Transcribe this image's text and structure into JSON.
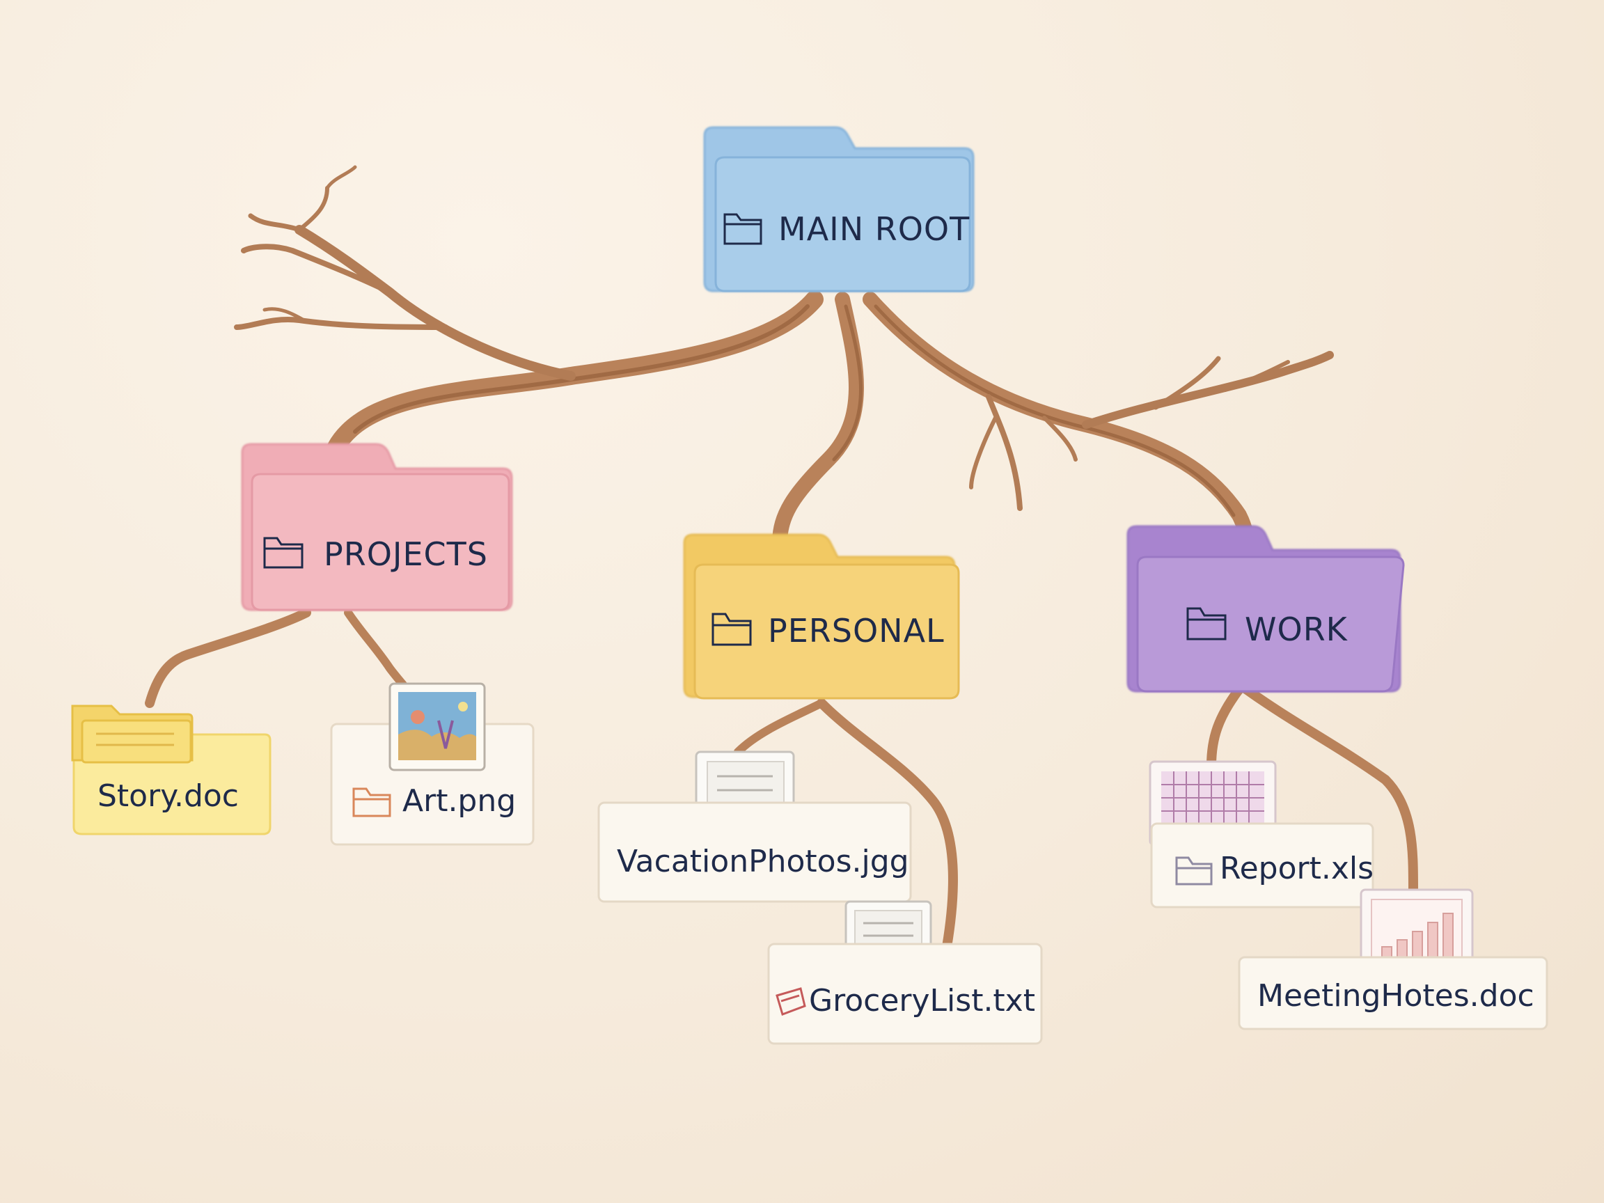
{
  "tree": {
    "root": {
      "label": "MAIN ROOT",
      "color": "#a9cdea",
      "icon": "folder-icon"
    },
    "folders": [
      {
        "key": "projects",
        "label": "PROJECTS",
        "color": "#f3b9c0",
        "icon": "folder-icon"
      },
      {
        "key": "personal",
        "label": "PERSONAL",
        "color": "#f6d37a",
        "icon": "folder-icon"
      },
      {
        "key": "work",
        "label": "WORK",
        "color": "#b99ad8",
        "icon": "folder-icon"
      }
    ],
    "files": [
      {
        "label": "Story.doc",
        "parent": "PROJECTS",
        "icon": "yellow-folder-icon"
      },
      {
        "label": "Art.png",
        "parent": "PROJECTS",
        "icon": "painting-thumbnail-icon"
      },
      {
        "label": "VacationPhotos.jgg",
        "parent": "PERSONAL",
        "icon": "document-page-icon"
      },
      {
        "label": "GroceryList.txt",
        "parent": "PERSONAL",
        "icon": "notepad-icon"
      },
      {
        "label": "Report.xls",
        "parent": "WORK",
        "icon": "spreadsheet-icon"
      },
      {
        "label": "MeetingHotes.doc",
        "parent": "WORK",
        "icon": "bar-chart-page-icon"
      }
    ]
  },
  "colors": {
    "background": "#f6ebdc",
    "branch": "#b9825a",
    "text": "#1e2a4a"
  }
}
